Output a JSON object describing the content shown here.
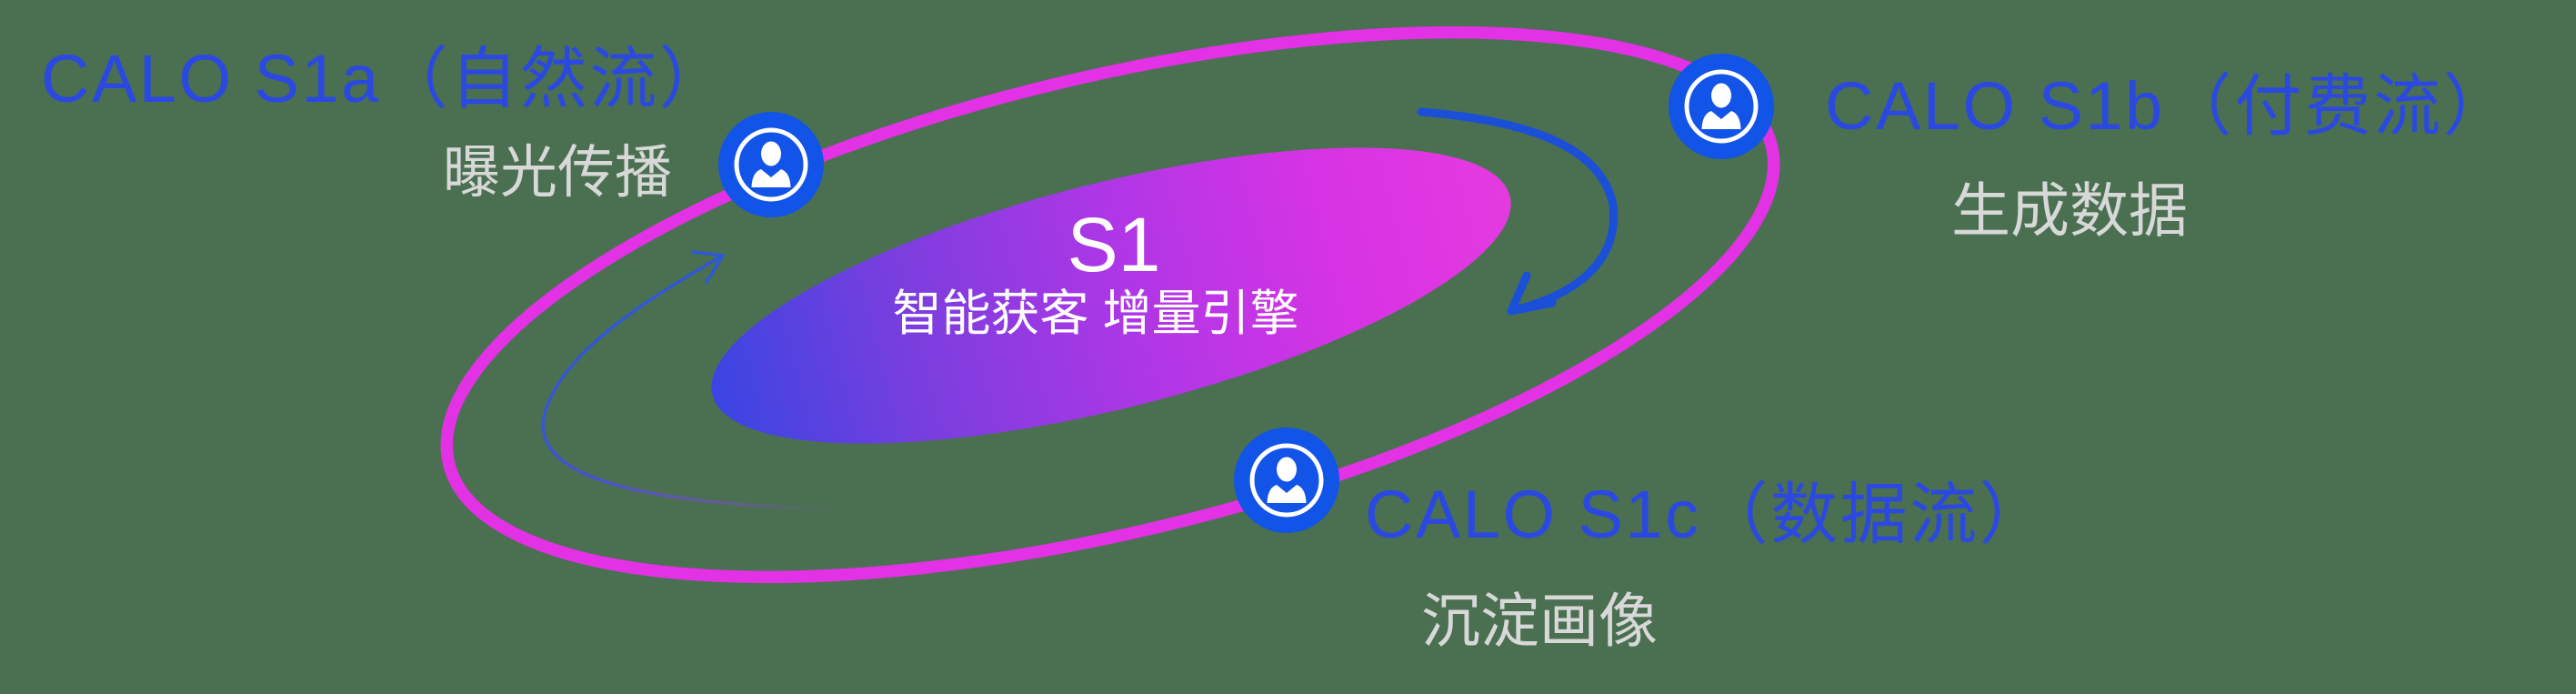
{
  "colors": {
    "background": "#4A7051",
    "heading": "#2B49E1",
    "sublabel": "#D8D8D8",
    "ring": "#E331E5",
    "icon": "#1253E8",
    "arrow": "#1B4FD8",
    "center_text": "#FFFFFF",
    "grad_blue": "#3A45E2",
    "grad_mid1": "#7A3EDE",
    "grad_mid2": "#AB37E6",
    "grad_magenta": "#D733E4",
    "grad_magenta2": "#E43AE0"
  },
  "center": {
    "title": "S1",
    "subtitle": "智能获客  增量引擎"
  },
  "nodes": [
    {
      "id": "s1a",
      "label": "CALO S1a（自然流）",
      "sublabel": "曝光传播"
    },
    {
      "id": "s1b",
      "label": "CALO S1b（付费流）",
      "sublabel": "生成数据"
    },
    {
      "id": "s1c",
      "label": "CALO S1c（数据流）",
      "sublabel": "沉淀画像"
    }
  ]
}
